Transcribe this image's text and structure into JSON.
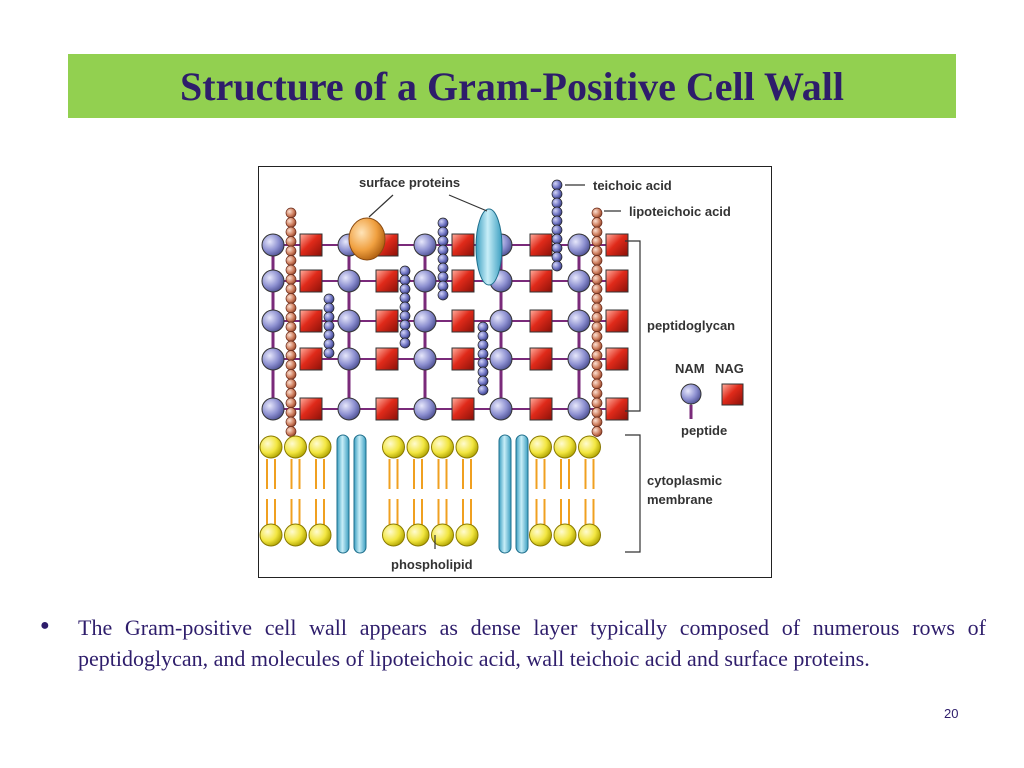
{
  "slide": {
    "title": "Structure of a Gram-Positive Cell Wall",
    "bullet_symbol": "●",
    "body": "The Gram-positive cell wall appears as dense layer typically composed of numerous rows of peptidoglycan, and molecules of lipoteichoic acid, wall teichoic acid and surface proteins.",
    "page_number": "20"
  },
  "diagram": {
    "labels": {
      "surface_proteins": "surface proteins",
      "teichoic_acid": "teichoic acid",
      "lipoteichoic_acid": "lipoteichoic acid",
      "peptidoglycan": "peptidoglycan",
      "nam": "NAM",
      "nag": "NAG",
      "peptide": "peptide",
      "cytoplasmic_line1": "cytoplasmic",
      "cytoplasmic_line2": "membrane",
      "phospholipid": "phospholipid"
    },
    "colors": {
      "title_bar": "#92d050",
      "text": "#2e1d6b",
      "nam_sphere": "#8c8fd0",
      "nag_square": "#e02a1a",
      "teichoic_bead": "#6f74c4",
      "lipoteichoic_bead": "#d08060",
      "phospholipid_head": "#f2e640",
      "phospholipid_tail": "#f0a020",
      "membrane_protein": "#5bb8d8",
      "surface_protein_orange": "#f0a040",
      "surface_protein_blue": "#70c8e0",
      "peptide_link": "#7a2a7a"
    }
  }
}
